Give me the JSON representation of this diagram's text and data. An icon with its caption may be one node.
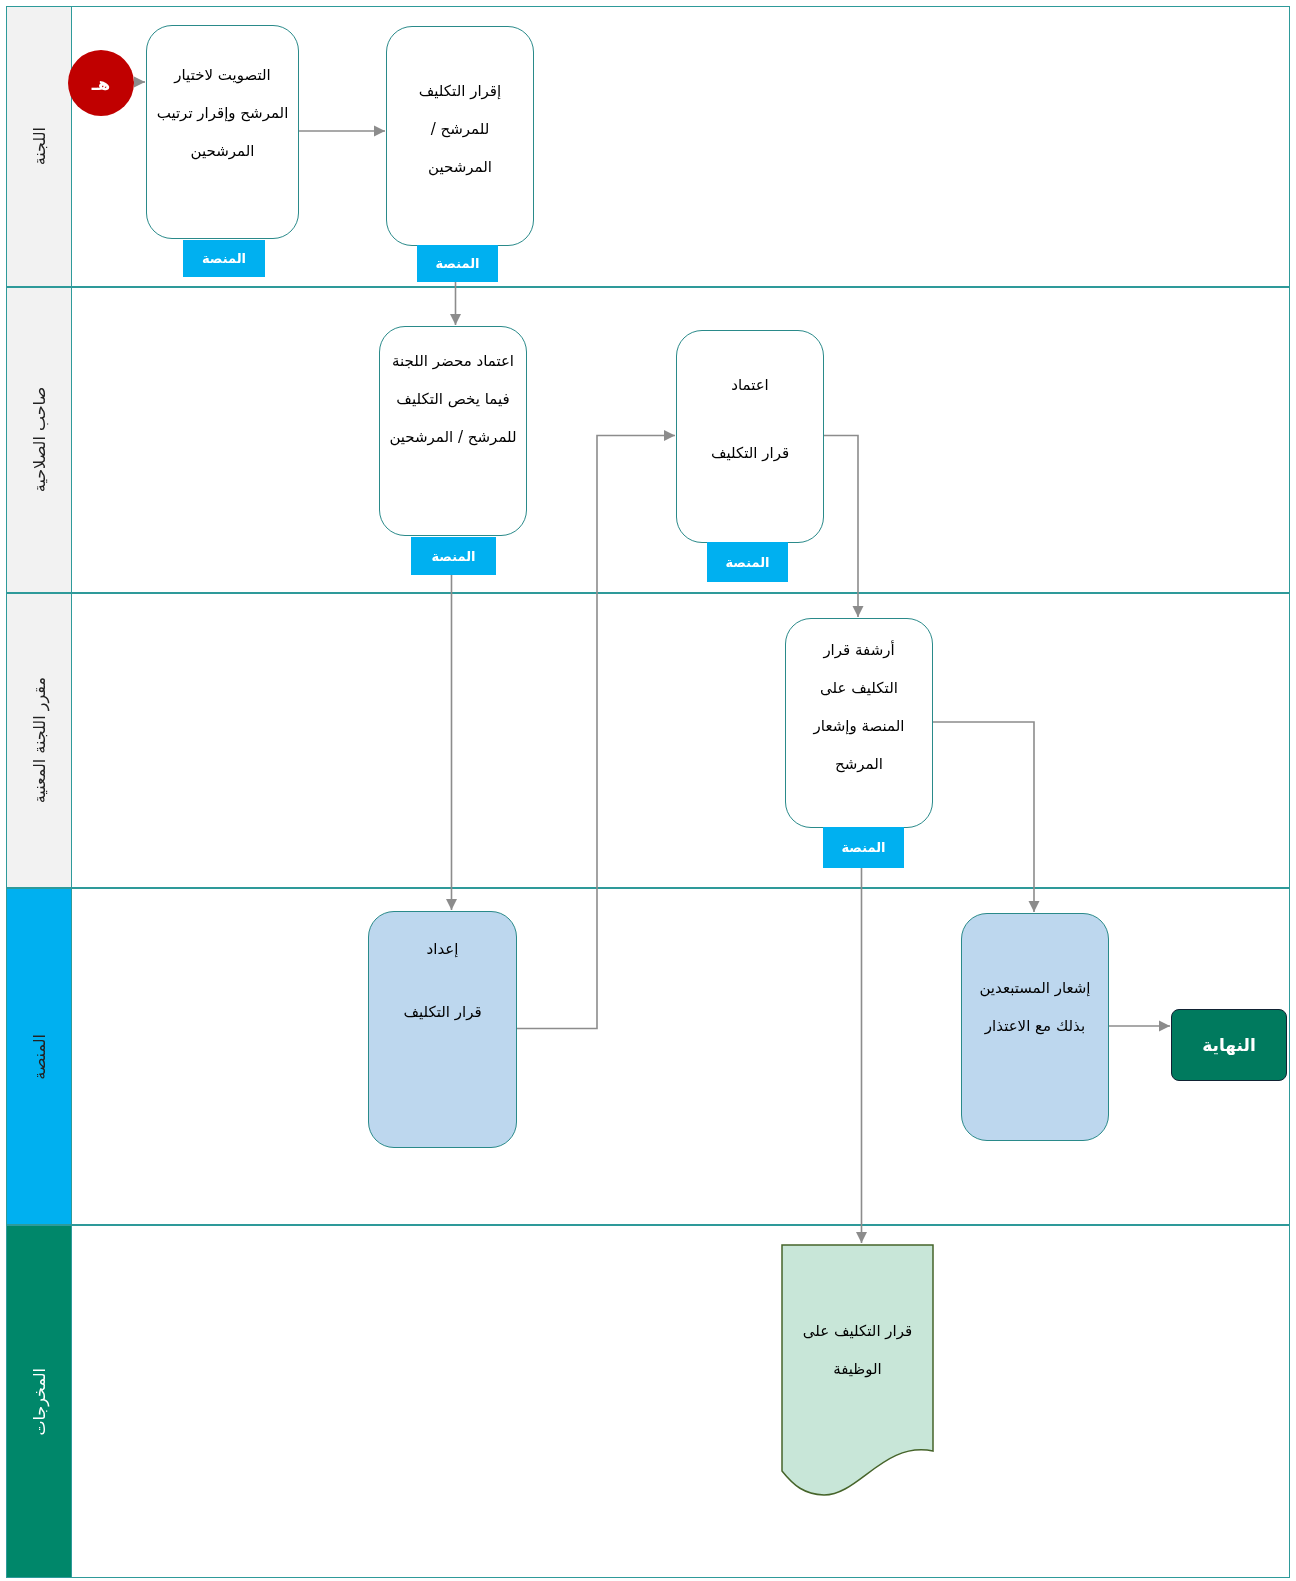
{
  "diagram": {
    "nodes": [
      {
        "text": [
          "اللجنة"
        ]
      },
      {
        "text": [
          "هـ"
        ],
        "in": 0
      },
      {
        "text": [
          "التصويت لاختيار المرشح وإقرار ترتيب المرشحين"
        ],
        "beside": [
          "المنصة"
        ],
        "in": 0
      },
      {
        "text": [
          "إقرار التكليف للمرشح / المرشحين"
        ],
        "beside": [
          "المنصة"
        ],
        "in": 0
      },
      {
        "text": [
          "صاحب الصلاحية"
        ]
      },
      {
        "text": [
          "اعتماد محضر اللجنة فيما يخص التكليف للمرشح / المرشحين"
        ],
        "beside": [
          "المنصة"
        ],
        "in": 4
      },
      {
        "text": [
          "اعتماد",
          "قرار التكليف"
        ],
        "beside": [
          "المنصة"
        ],
        "in": 4
      },
      {
        "text": [
          "مقرر اللجنة المعنية"
        ]
      },
      {
        "text": [
          "أرشفة قرار التكليف على المنصة وإشعار المرشح"
        ],
        "beside": [
          "المنصة"
        ],
        "in": 7
      },
      {
        "text": [
          "المنصة"
        ]
      },
      {
        "text": [
          "إعداد",
          "قرار التكليف"
        ],
        "in": 9
      },
      {
        "text": [
          "إشعار المستبعدين بذلك مع الاعتذار"
        ],
        "in": 9
      },
      {
        "text": [
          "النهاية"
        ],
        "in": 9
      },
      {
        "text": [
          "المخرجات"
        ]
      },
      {
        "text": [
          "قرار التكليف على الوظيفة"
        ],
        "in": 13
      }
    ],
    "edges": [
      {
        "from": 1,
        "to": 2,
        "arrow": "to"
      },
      {
        "from": 2,
        "to": 3,
        "arrow": "to"
      },
      {
        "from": 3,
        "to": 5,
        "arrow": "to"
      },
      {
        "from": 5,
        "to": 10,
        "arrow": "to"
      },
      {
        "from": 10,
        "to": 6,
        "arrow": "to"
      },
      {
        "from": 6,
        "to": 8,
        "arrow": "to"
      },
      {
        "from": 8,
        "to": 11,
        "arrow": "to"
      },
      {
        "from": 11,
        "to": 12,
        "arrow": "to"
      },
      {
        "from": 8,
        "to": 14,
        "arrow": "to"
      }
    ]
  }
}
